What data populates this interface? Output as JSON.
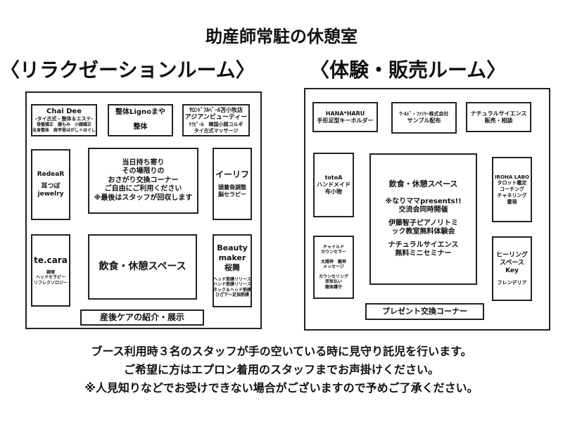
{
  "title": "助産師常駐の休憩室",
  "left_room": {
    "heading": "〈リラクゼーションルーム〉",
    "chai": [
      "Chai Dee",
      "-タイ古式・整体＆エステ-",
      "骨盤矯正　腸もみ　小顔矯正",
      "全身整体　肩甲骨はがし＋ほぐし"
    ],
    "ligno": [
      "整体Lignoまや",
      "整体"
    ],
    "salon": [
      "ｻﾛﾝﾄﾞﾌﾙﾍﾞｰﾙ苫小牧店",
      "アジアンビューティー",
      "ﾘﾗﾋﾞｰﾙ　韓国小顔コルギ",
      "タイ古式マッサージ"
    ],
    "redear": [
      "RedeaR",
      "耳つぼ",
      "jewelry"
    ],
    "swap": [
      "当日持ち寄り",
      "その場限りの",
      "おさがり交換コーナー",
      "ご自由にご利用ください",
      "※最後はスタッフが回収します"
    ],
    "eleaf": [
      "イーリフ",
      "頭蓋骨調整",
      "脳セラピー"
    ],
    "tecara": [
      "te.cara",
      "調律",
      "ヘッドセラピー",
      "リフレクソロジー"
    ],
    "rest": "飲食・休憩スペース",
    "beauty": [
      "Beauty",
      "maker",
      "桜舞",
      "ヘッド筋膜リリース",
      "ハンド筋膜リリース",
      "ネック＆ヘッド筋膜",
      "ひざ下〜足指筋膜"
    ],
    "postpartum": "産後ケアの紹介・展示"
  },
  "right_room": {
    "heading": "〈体験・販売ルーム〉",
    "hana": [
      "HANA*HARU",
      "手形足型キーホルダー"
    ],
    "world": [
      "ﾜｰﾙﾄﾞ・ﾌｧﾐﾘｰ株式会社",
      "サンプル配布"
    ],
    "natural": [
      "ナチュラルサイエンス",
      "販売・相談"
    ],
    "totoa": [
      "totoA",
      "ハンドメイド",
      "布小物"
    ],
    "center": [
      "飲食・休憩スペース",
      "※なりママpresents!!",
      "交流会同時開催",
      "伊藤智子ピアノリトミ",
      "ック教室無料体験会",
      "ナチュラルサイエンス",
      "無料ミニセミナー"
    ],
    "iroha": [
      "IROHA LABO",
      "タロット鑑定",
      "コーチング",
      "チャネリング",
      "霊視"
    ],
    "child": [
      "チャイルド",
      "カウンセラー",
      "太陽神　龍神",
      "メッセージ",
      "カウンセリング",
      "邪気払い",
      "龍体護守"
    ],
    "healing": [
      "ヒーリング",
      "スペース",
      "Key",
      "フレンデリア"
    ],
    "present": "プレゼント交換コーナー"
  },
  "footer": [
    "ブース利用時３名のスタッフが手の空いている時に見守り託児を行います。",
    "ご希望に方はエプロン着用のスタッフまでお声掛けください。",
    "※人見知りなどでお受けできない場合がございますので予めご了承ください。"
  ]
}
